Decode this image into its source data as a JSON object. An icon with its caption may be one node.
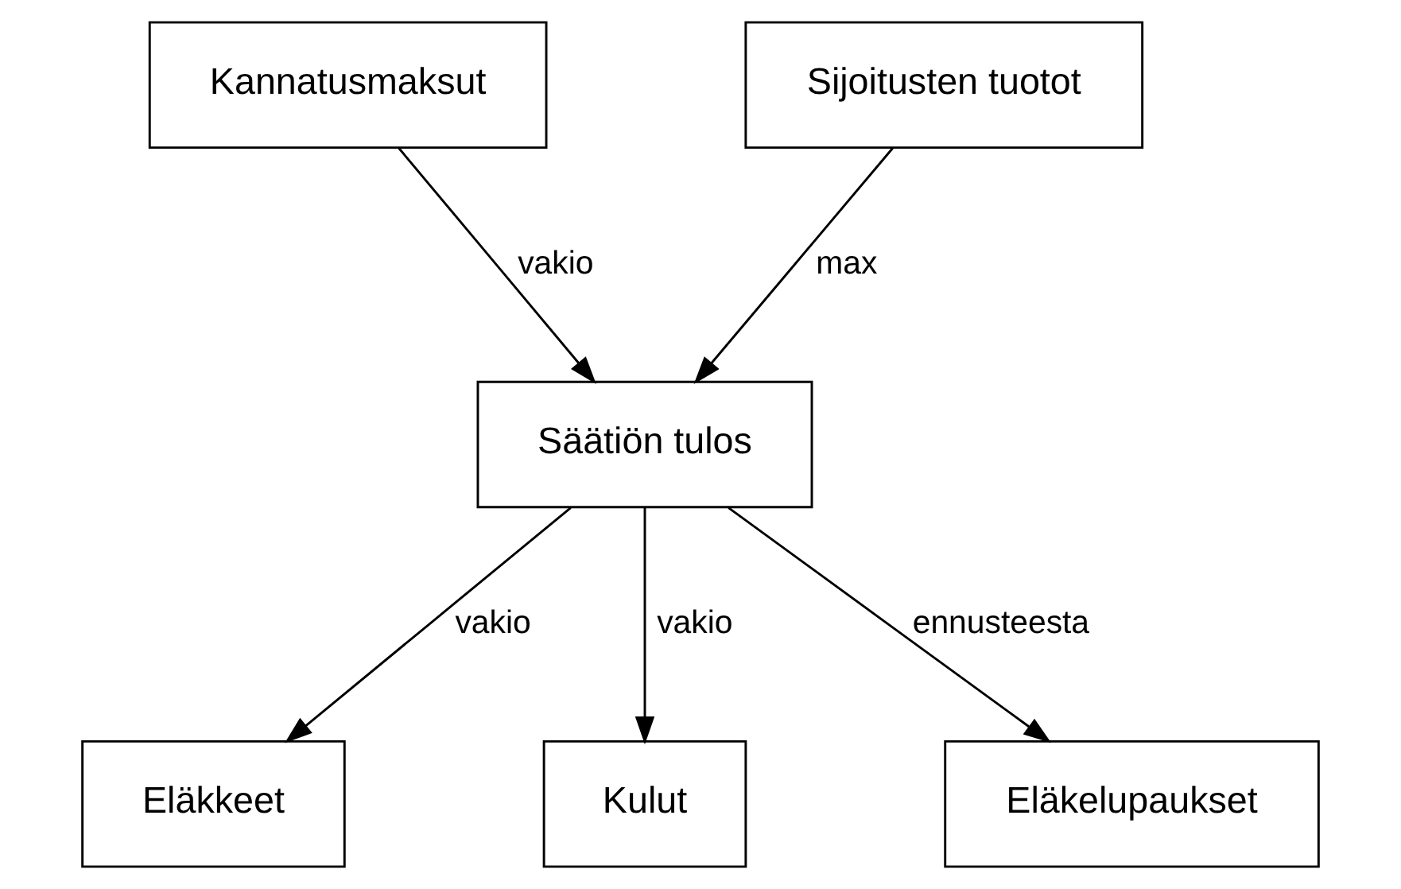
{
  "diagram": {
    "nodes": [
      {
        "text": [
          "Kannatusmaksut"
        ]
      },
      {
        "text": [
          "Sijoitusten tuotot"
        ]
      },
      {
        "text": [
          "Säätiön tulos"
        ]
      },
      {
        "text": [
          "Eläkkeet"
        ]
      },
      {
        "text": [
          "Kulut"
        ]
      },
      {
        "text": [
          "Eläkelupaukset"
        ]
      }
    ],
    "edges": [
      {
        "from": 0,
        "to": 2,
        "arrow": "to",
        "label": "vakio"
      },
      {
        "from": 1,
        "to": 2,
        "arrow": "to",
        "label": "max"
      },
      {
        "from": 2,
        "to": 3,
        "arrow": "to",
        "label": "vakio"
      },
      {
        "from": 2,
        "to": 4,
        "arrow": "to",
        "label": "vakio"
      },
      {
        "from": 2,
        "to": 5,
        "arrow": "to",
        "label": "ennusteesta"
      }
    ]
  }
}
